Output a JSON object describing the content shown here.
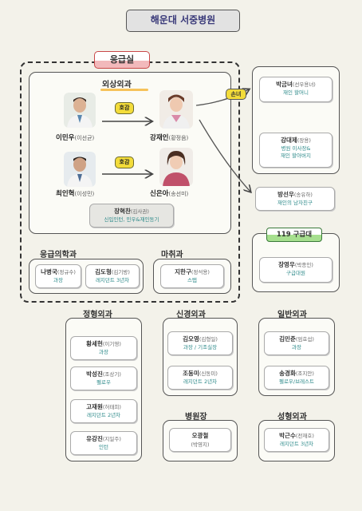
{
  "title": "해운대 서중병원",
  "er": {
    "label": "응급실",
    "trauma": {
      "label": "외상외과",
      "love_label": "호감",
      "people": [
        {
          "name": "이민우",
          "actor": "(이선균)"
        },
        {
          "name": "강재인",
          "actor": "(황정음)"
        },
        {
          "name": "최인혁",
          "actor": "(이성민)"
        },
        {
          "name": "신은아",
          "actor": "(송선미)"
        }
      ],
      "staff": {
        "name": "장혁찬",
        "actor": "(김사권)",
        "role": "신입인턴, 민우&재인동기"
      }
    },
    "emergency": {
      "label": "응급의학과",
      "people": [
        {
          "name": "나병국",
          "actor": "(정규수)",
          "role": "과장"
        },
        {
          "name": "김도형",
          "actor": "(김기방)",
          "role": "레지던트 3년차"
        }
      ]
    },
    "anesthesia": {
      "label": "마취과",
      "people": [
        {
          "name": "지한구",
          "actor": "(정석용)",
          "role": "스탭"
        }
      ]
    }
  },
  "right": {
    "grandson_label": "손녀",
    "people": [
      {
        "name": "박금녀",
        "actor": "(선우용녀)",
        "role": "재인 할머니"
      },
      {
        "name": "강대제",
        "actor": "(장용)",
        "role": "병원 이사장&\n재인 할아버지"
      },
      {
        "name": "방선우",
        "actor": "(송유하)",
        "role": "재인의 남자친구"
      }
    ],
    "rescue": {
      "label": "119 구급대",
      "name": "장영우",
      "actor": "(박종인)",
      "role": "구급대원"
    }
  },
  "neurosurgery": {
    "label": "정형외과",
    "people": [
      {
        "name": "황세헌",
        "actor": "(이기영)",
        "role": "과장"
      },
      {
        "name": "박성진",
        "actor": "(조상기)",
        "role": "펠로우"
      },
      {
        "name": "고재원",
        "actor": "(허태희)",
        "role": "레지던트 2년차"
      },
      {
        "name": "유강진",
        "actor": "(지일주)",
        "role": "인턴"
      }
    ]
  },
  "neuro": {
    "label": "신경외과",
    "people": [
      {
        "name": "김오영",
        "actor": "(김형일)",
        "role": "과장 / 기조실장"
      },
      {
        "name": "조동미",
        "actor": "(신동미)",
        "role": "레지던트 2년차"
      }
    ]
  },
  "general": {
    "label": "일반외과",
    "people": [
      {
        "name": "김민준",
        "actor": "(엄효섭)",
        "role": "과장"
      },
      {
        "name": "송경화",
        "actor": "(조지안)",
        "role": "펠로우/브레스트"
      }
    ]
  },
  "director": {
    "label": "병원장",
    "name": "오광철",
    "actor": "(박영지)"
  },
  "plastic": {
    "label": "성형외과",
    "name": "박근수",
    "actor": "(전재호)",
    "role": "레지던트 3년차"
  }
}
